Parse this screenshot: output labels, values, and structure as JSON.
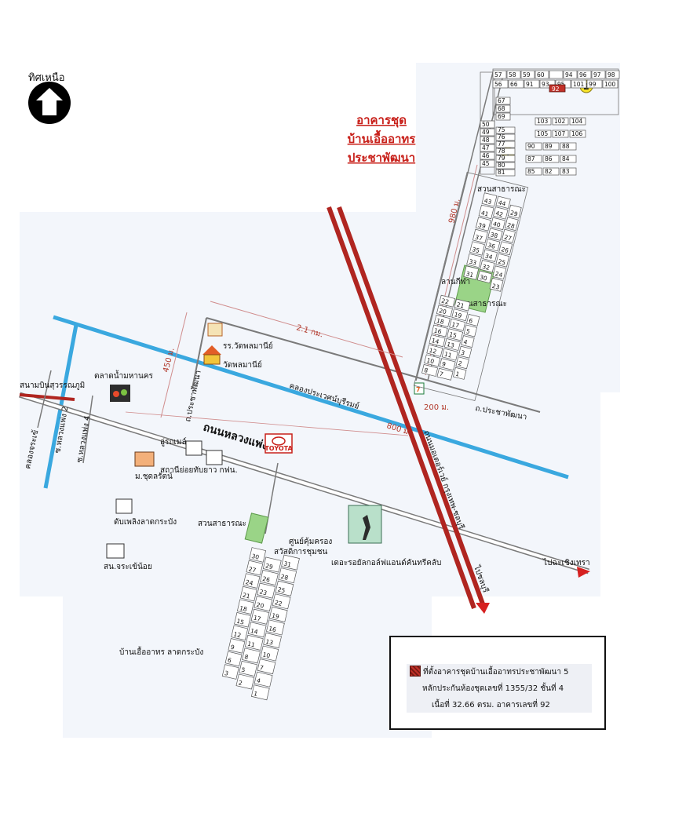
{
  "north": {
    "label": "ทิศเหนือ"
  },
  "project_title": [
    "อาคารชุด",
    "บ้านเอื้ออาทร",
    "ประชาพัฒนา"
  ],
  "distances": {
    "d_980": "980 ม.",
    "d_21km": "2.1 กม.",
    "d_450": "450 ม.",
    "d_200": "200 ม.",
    "d_800": "800 ม."
  },
  "roads": {
    "luang_phaeng": "ถนนหลวงแพ่ง",
    "pracha_phatthana": "ถ.ประชาพัฒนา",
    "pracha_phatthana_v": "ถ.ประชาพัฒนา",
    "motorway": "ถนนมอเตอร์เวย์ กรุงเทพ-ชลบุรี",
    "soi_2": "ซ.หลวงแพ่ง 2",
    "soi_4": "ซ.หลวงแพ่ง 4",
    "to_chachoengsao": "ไปฉะเชิงเทรา",
    "to_chonburi": "ไปชลบุรี",
    "airport": "สนามบินสุวรรณภูมิ"
  },
  "canals": {
    "prawet": "คลองประเวศน์บุรีรมย์",
    "khlong_left": "คลองจระเข้"
  },
  "places": {
    "school": "รร.วัดพลมานีย์",
    "temple": "วัดพลมานีย์",
    "market": "ตลาดน้ำมหานคร",
    "garage": "อู่รถเมล์",
    "power": "สถานีย่อยทับยาว กฟน.",
    "village": "ม.ชุดลรัตน์",
    "fire": "ดับเพลิงลาดกระบัง",
    "police": "สน.จระเข้น้อย",
    "park_s": "สวนสาธารณะ",
    "community": "ศูนย์คุ้มครอง",
    "welfare": "สวัสดิการชุมชน",
    "golf": "เดอะรอยัลกอล์ฟแอนด์คันทรีคลับ",
    "baan_south": "บ้านเอื้ออาทร ลาดกระบัง",
    "park_n1": "สวนสาธารณะ",
    "sport": "ลานกีฬา",
    "park_n2": "สวนสาธารณะ",
    "toyota": "TOYOTA"
  },
  "markers": {
    "m1": "1",
    "m2": "2"
  },
  "north_lots": {
    "top_row": [
      "57",
      "58",
      "59",
      "60",
      "",
      "94",
      "96",
      "97",
      "98"
    ],
    "row2": [
      "56",
      "66",
      "91",
      "93",
      "95",
      "101",
      "99",
      "100"
    ],
    "col_left": [
      "67",
      "68",
      "69",
      "50",
      "49",
      "48",
      "47",
      "46",
      "45"
    ],
    "col_mid": [
      "75",
      "76",
      "77",
      "78",
      "79",
      "80",
      "81"
    ],
    "right_block": [
      "103",
      "102",
      "104",
      "105",
      "107",
      "106",
      "90",
      "89",
      "88",
      "87",
      "86",
      "84",
      "85",
      "82",
      "83"
    ],
    "spine_left": [
      "43",
      "41",
      "39",
      "37",
      "35",
      "33",
      "31"
    ],
    "spine_mid": [
      "44",
      "42",
      "40",
      "38",
      "36",
      "34",
      "32",
      "30"
    ],
    "spine_right": [
      "29",
      "28",
      "27",
      "26",
      "25",
      "24",
      "23"
    ],
    "bottom_left": [
      "22",
      "20",
      "18",
      "16",
      "14",
      "12",
      "10",
      "8"
    ],
    "bottom_mid": [
      "21",
      "19",
      "17",
      "15",
      "13",
      "11",
      "9",
      "7"
    ],
    "bottom_right": [
      "6",
      "5",
      "4",
      "3",
      "2",
      "1"
    ],
    "sel_label": "92"
  },
  "south_lots": {
    "left": [
      "30",
      "27",
      "24",
      "21",
      "18",
      "15",
      "12",
      "9",
      "6",
      "3"
    ],
    "mid": [
      "29",
      "26",
      "23",
      "20",
      "17",
      "14",
      "11",
      "8",
      "5",
      "2"
    ],
    "right": [
      "31",
      "28",
      "25",
      "22",
      "19",
      "16",
      "13",
      "10",
      "7",
      "4",
      "1"
    ]
  },
  "legend": {
    "line1": "ที่ตั้งอาคารชุดบ้านเอื้ออาทรประชาพัฒนา 5",
    "line2": "หลักประกันห้องชุดเลขที่ 1355/32 ชั้นที่ 4",
    "line3": "เนื้อที่ 32.66 ตรม.  อาคารเลขที่ 92"
  },
  "colors": {
    "canal": "#3aa8df",
    "road": "#7a7a7a",
    "motorway": "#b02520",
    "title_red": "#c8201a",
    "park": "#9ad487"
  }
}
